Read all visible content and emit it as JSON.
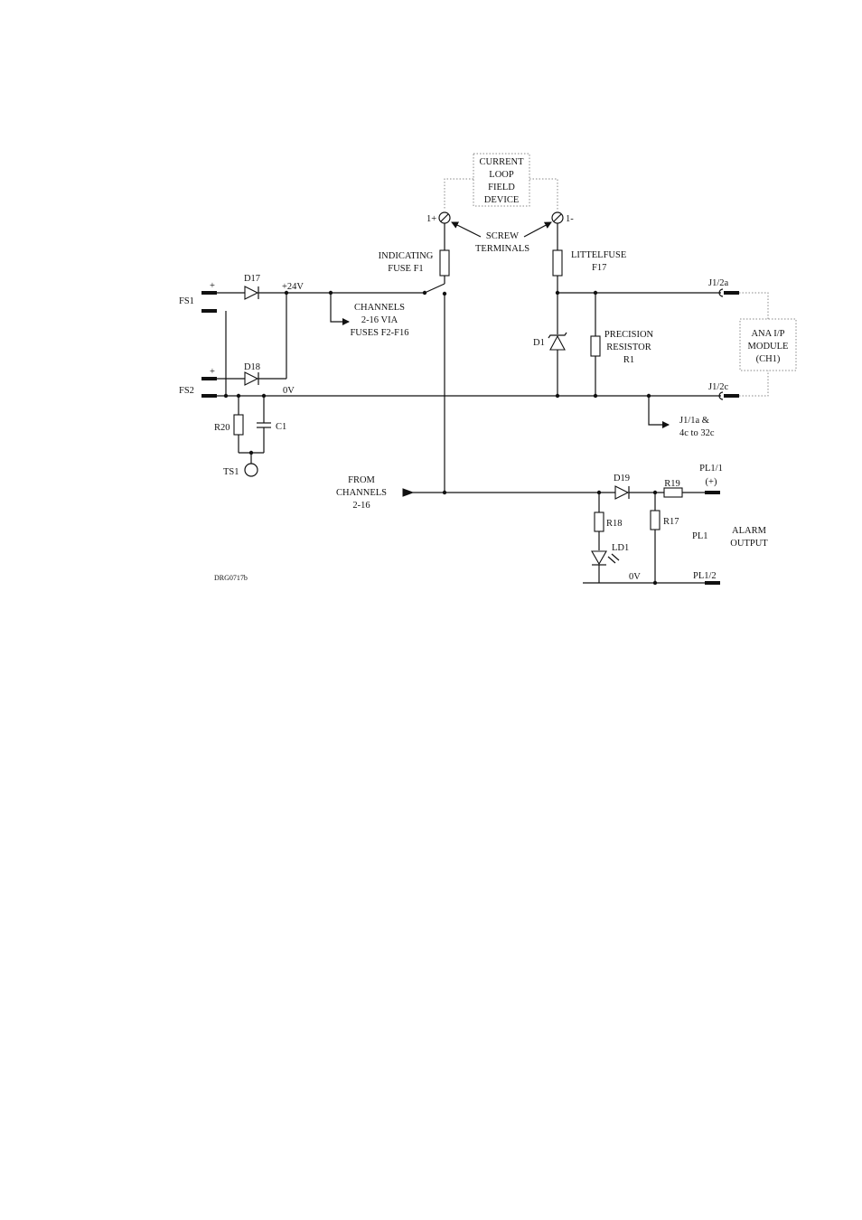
{
  "labels": {
    "current_loop_1": "CURRENT",
    "current_loop_2": "LOOP",
    "current_loop_3": "FIELD",
    "current_loop_4": "DEVICE",
    "term_plus": "1+",
    "term_minus": "1-",
    "screw_1": "SCREW",
    "screw_2": "TERMINALS",
    "indicating_1": "INDICATING",
    "indicating_2": "FUSE F1",
    "littelfuse_1": "LITTELFUSE",
    "littelfuse_2": "F17",
    "d17": "D17",
    "d18": "D18",
    "plus24v": "+24V",
    "plus_fs1": "+",
    "plus_fs2": "+",
    "fs1": "FS1",
    "fs2": "FS2",
    "channels_1": "CHANNELS",
    "channels_2": "2-16 VIA",
    "channels_3": "FUSES F2-F16",
    "zero_v_top": "0V",
    "j12a": "J1/2a",
    "j12c": "J1/2c",
    "ana_1": "ANA I/P",
    "ana_2": "MODULE",
    "ana_3": "(CH1)",
    "d1": "D1",
    "precision_1": "PRECISION",
    "precision_2": "RESISTOR",
    "precision_3": "R1",
    "j11a_1": "J1/1a &",
    "j11a_2": "4c to 32c",
    "r20": "R20",
    "c1": "C1",
    "ts1": "TS1",
    "from_1": "FROM",
    "from_2": "CHANNELS",
    "from_3": "2-16",
    "d19": "D19",
    "r19": "R19",
    "pl11": "PL1/1",
    "pl11_plus": "(+)",
    "r18": "R18",
    "r17": "R17",
    "pl1": "PL1",
    "alarm_1": "ALARM",
    "alarm_2": "OUTPUT",
    "ld1": "LD1",
    "zero_v_bottom": "0V",
    "pl12": "PL1/2",
    "drawing_ref": "DRG0717b"
  }
}
